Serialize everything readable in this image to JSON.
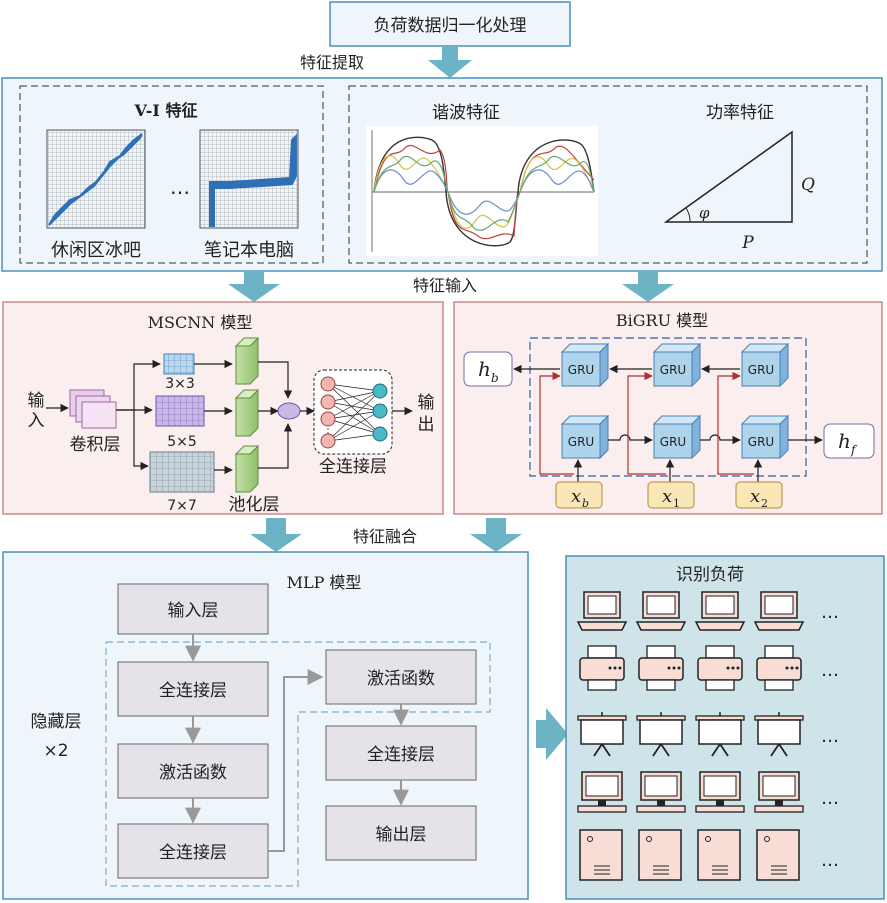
{
  "top": {
    "normalize_label": "负荷数据归一化处理"
  },
  "arrows": {
    "feature_extract": "特征提取",
    "feature_input": "特征输入",
    "feature_fusion": "特征融合"
  },
  "features": {
    "vi": {
      "title": "V-I 特征",
      "item1": "休闲区冰吧",
      "item2": "笔记本电脑",
      "ellipsis": "…"
    },
    "harmonic": {
      "title": "谐波特征"
    },
    "power": {
      "title": "功率特征",
      "q": "Q",
      "p": "P",
      "phi": "φ"
    }
  },
  "mscnn": {
    "title": "MSCNN  模型",
    "input_label": "输\n入",
    "conv_label": "卷积层",
    "k3": "3×3",
    "k5": "5×5",
    "k7": "7×7",
    "pool_label": "池化层",
    "fc_label": "全连接层",
    "output_label": "输\n出"
  },
  "bigru": {
    "title": "BiGRU 模型",
    "gru": "GRU",
    "hb": "h",
    "hb_sub": "b",
    "hf": "h",
    "hf_sub": "f",
    "xb": "x",
    "xb_sub": "b",
    "x1": "x",
    "x1_sub": "1",
    "x2": "x",
    "x2_sub": "2"
  },
  "mlp": {
    "title": "MLP 模型",
    "input_layer": "输入层",
    "fc1": "全连接层",
    "act1": "激活函数",
    "fc2": "全连接层",
    "act2": "激活函数",
    "fc3": "全连接层",
    "output_layer": "输出层",
    "hidden_label": "隐藏层",
    "hidden_times": "×2"
  },
  "identify": {
    "title": "识别负荷",
    "ellipsis": "…",
    "rows": [
      "laptop-icon",
      "printer-icon",
      "projector-screen-icon",
      "desktop-computer-icon",
      "server-tower-icon"
    ]
  },
  "colors": {
    "blue_panel": "#eef5fb",
    "pink_panel": "#fbeeee",
    "teal_arrow": "#6db3c6",
    "gru_box": "#aed4ec",
    "gray_box": "#e6e2ea",
    "identify_bg": "#cfe4e9",
    "red_line": "#b03030"
  }
}
